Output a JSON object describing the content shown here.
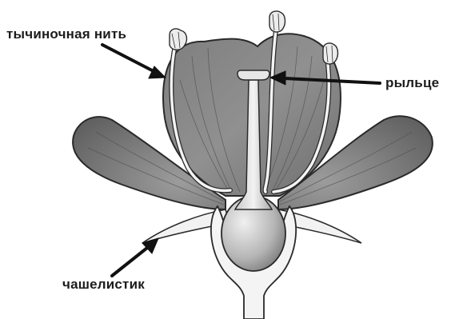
{
  "diagram": {
    "labels": {
      "filament": "тычиночная нить",
      "stigma": "рыльце",
      "sepal": "чашелистик"
    },
    "colors": {
      "petal": "#8a8a8a",
      "petal_dark": "#5e5e5e",
      "outline": "#2a2a2a",
      "filament": "#f2f2f2",
      "anther": "#e9e9e9",
      "ovary": "#b9b9b9",
      "receptacle": "#f4f4f4",
      "arrow": "#111111",
      "label": "#1c1c1c"
    }
  }
}
